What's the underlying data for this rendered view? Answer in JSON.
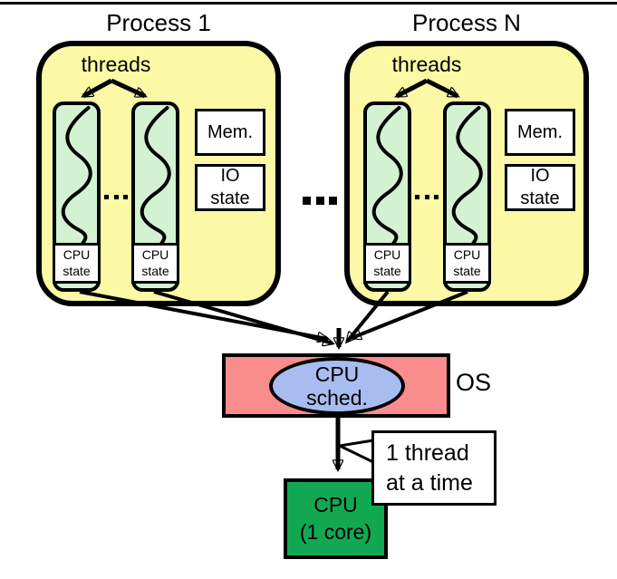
{
  "colors": {
    "background": "#FFFFFF",
    "outline": "#000000",
    "process_fill": "#FBF9A5",
    "thread_fill": "#D2F2D2",
    "os_fill": "#F98C8C",
    "scheduler_fill": "#A9BCEF",
    "cpu_fill": "#12A851"
  },
  "processes": [
    {
      "title": "Process 1",
      "threads_label": "threads",
      "columns": [
        {
          "state_line1": "CPU",
          "state_line2": "state"
        },
        {
          "state_line1": "CPU",
          "state_line2": "state"
        }
      ],
      "mem_label": "Mem.",
      "io_line1": "IO",
      "io_line2": "state"
    },
    {
      "title": "Process N",
      "threads_label": "threads",
      "columns": [
        {
          "state_line1": "CPU",
          "state_line2": "state"
        },
        {
          "state_line1": "CPU",
          "state_line2": "state"
        }
      ],
      "mem_label": "Mem.",
      "io_line1": "IO",
      "io_line2": "state"
    }
  ],
  "os": {
    "label": "OS",
    "scheduler_line1": "CPU",
    "scheduler_line2": "sched."
  },
  "cpu": {
    "line1": "CPU",
    "line2": "(1 core)"
  },
  "callout": {
    "line1": "1 thread",
    "line2": "at a time"
  },
  "icons": {
    "process_separator": "ellipsis-icon",
    "thread_separator": "ellipsis-icon",
    "thread_lifeline": "wavy-line-icon",
    "scheduling_arrows": "arrow-icon"
  }
}
